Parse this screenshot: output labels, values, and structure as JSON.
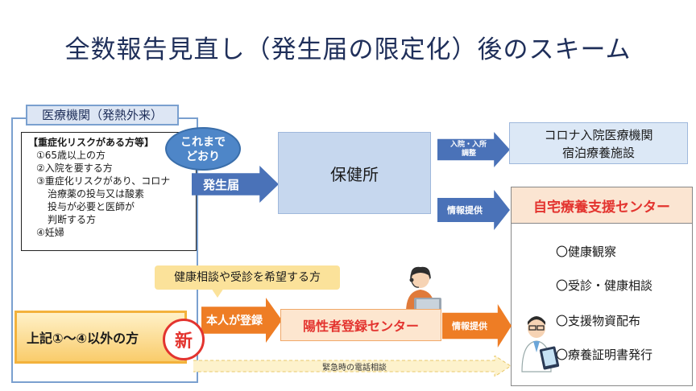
{
  "title": "全数報告見直し（発生届の限定化）後のスキーム",
  "clinic": {
    "tab_label": "医療機関（発熱外来）",
    "risk_heading": "【重症化リスクがある方等】",
    "risk_items": [
      "①65歳以上の方",
      "②入院を要する方",
      "③重症化リスクがあり、コロナ",
      "治療薬の投与又は酸素",
      "投与が必要と医師が",
      "判断する方",
      "④妊婦"
    ]
  },
  "bubble_label_1": "これまで",
  "bubble_label_2": "どおり",
  "arrow_hasseitodoke": "発生届",
  "hokenjo": "保健所",
  "arrow_admission_1": "入院・入所",
  "arrow_admission_2": "調整",
  "corona_box_1": "コロナ入院医療機関",
  "corona_box_2": "宿泊療養施設",
  "arrow_info_1": "情報提供",
  "support": {
    "title": "自宅療養支援センター",
    "items": [
      "〇健康観察",
      "〇受診・健康相談",
      "〇支援物資配布",
      "〇療養証明書発行"
    ]
  },
  "consult_bubble": "健康相談や受診を希望する方",
  "other_box": "上記①～④以外の方",
  "new_badge": "新",
  "arrow_self_register": "本人が登録",
  "center_box": "陽性者登録センター",
  "arrow_info_2": "情報提供",
  "dashed_label": "緊急時の電話相談",
  "colors": {
    "title": "#1f2f5a",
    "blue_arrow": "#4a72b8",
    "orange_arrow": "#ee7d25",
    "red_text": "#e3342f"
  }
}
